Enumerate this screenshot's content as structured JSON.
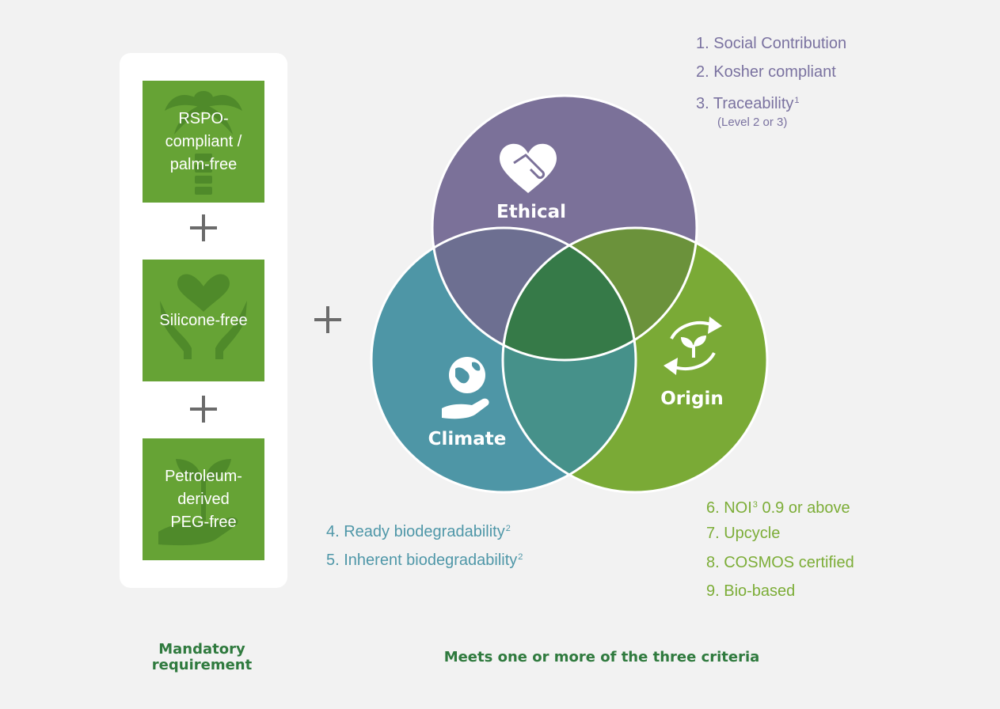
{
  "mandatory": {
    "items": [
      {
        "label": "RSPO-\ncompliant /\npalm-free",
        "icon": "palm-tree-icon"
      },
      {
        "label": "Silicone-free",
        "icon": "hands-heart-icon"
      },
      {
        "label": "Petroleum-\nderived\nPEG-free",
        "icon": "hand-sprout-icon"
      }
    ],
    "plus_symbol": "+",
    "footer": "Mandatory\nrequirement"
  },
  "venn": {
    "join_symbol": "+",
    "circles": {
      "ethical": {
        "label": "Ethical",
        "color": "#7b7199",
        "icon": "heart-handshake-icon"
      },
      "climate": {
        "label": "Climate",
        "color": "#4e96a6",
        "icon": "globe-hand-icon"
      },
      "origin": {
        "label": "Origin",
        "color": "#7aaa36",
        "icon": "recycle-sprout-icon"
      }
    },
    "center_color": "#367a48",
    "footer": "Meets one or more of the three criteria"
  },
  "criteria": {
    "ethical": [
      {
        "text": "1. Social Contribution",
        "sup": ""
      },
      {
        "text": "2. Kosher compliant",
        "sup": ""
      },
      {
        "text": "3. Traceability",
        "sup": "1"
      }
    ],
    "ethical_note": "(Level 2 or 3)",
    "climate": [
      {
        "text": "4. Ready biodegradability",
        "sup": "2"
      },
      {
        "text": "5. Inherent biodegradability",
        "sup": "2"
      }
    ],
    "origin": [
      {
        "text": "6. NOI",
        "sup": "3",
        "after": " 0.9 or above"
      },
      {
        "text": "7. Upcycle",
        "sup": ""
      },
      {
        "text": "8. COSMOS certified",
        "sup": ""
      },
      {
        "text": "9. Bio-based",
        "sup": ""
      }
    ]
  }
}
